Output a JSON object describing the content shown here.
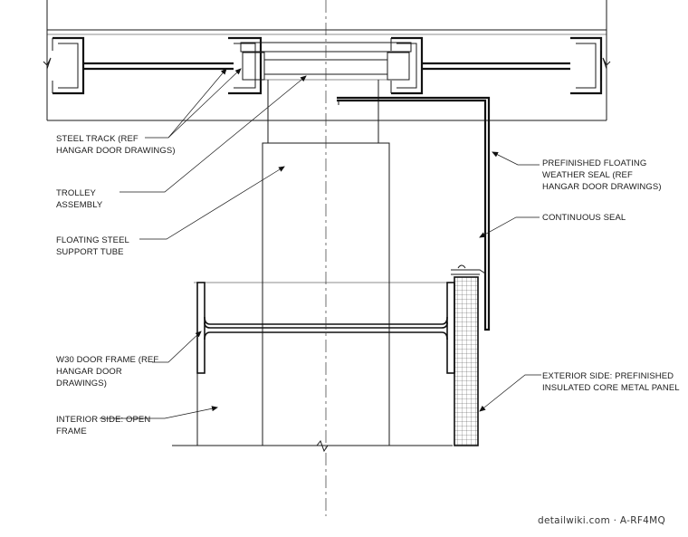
{
  "labels": {
    "steel_track": [
      "STEEL TRACK (REF",
      "HANGAR DOOR DRAWINGS)"
    ],
    "trolley": [
      "TROLLEY",
      "ASSEMBLY"
    ],
    "support_tube": [
      "FLOATING STEEL",
      "SUPPORT TUBE"
    ],
    "door_frame": [
      "W30 DOOR FRAME (REF",
      "HANGAR DOOR",
      "DRAWINGS)"
    ],
    "interior_side": [
      "INTERIOR SIDE: OPEN",
      "FRAME"
    ],
    "weather_seal": [
      "PREFINISHED FLOATING",
      "WEATHER SEAL (REF",
      "HANGAR DOOR DRAWINGS)"
    ],
    "continuous_seal": [
      "CONTINUOUS SEAL"
    ],
    "exterior_side": [
      "EXTERIOR SIDE: PREFINISHED",
      "INSULATED CORE METAL PANEL"
    ]
  },
  "watermark": "detailwiki.com · A-RF4MQ"
}
